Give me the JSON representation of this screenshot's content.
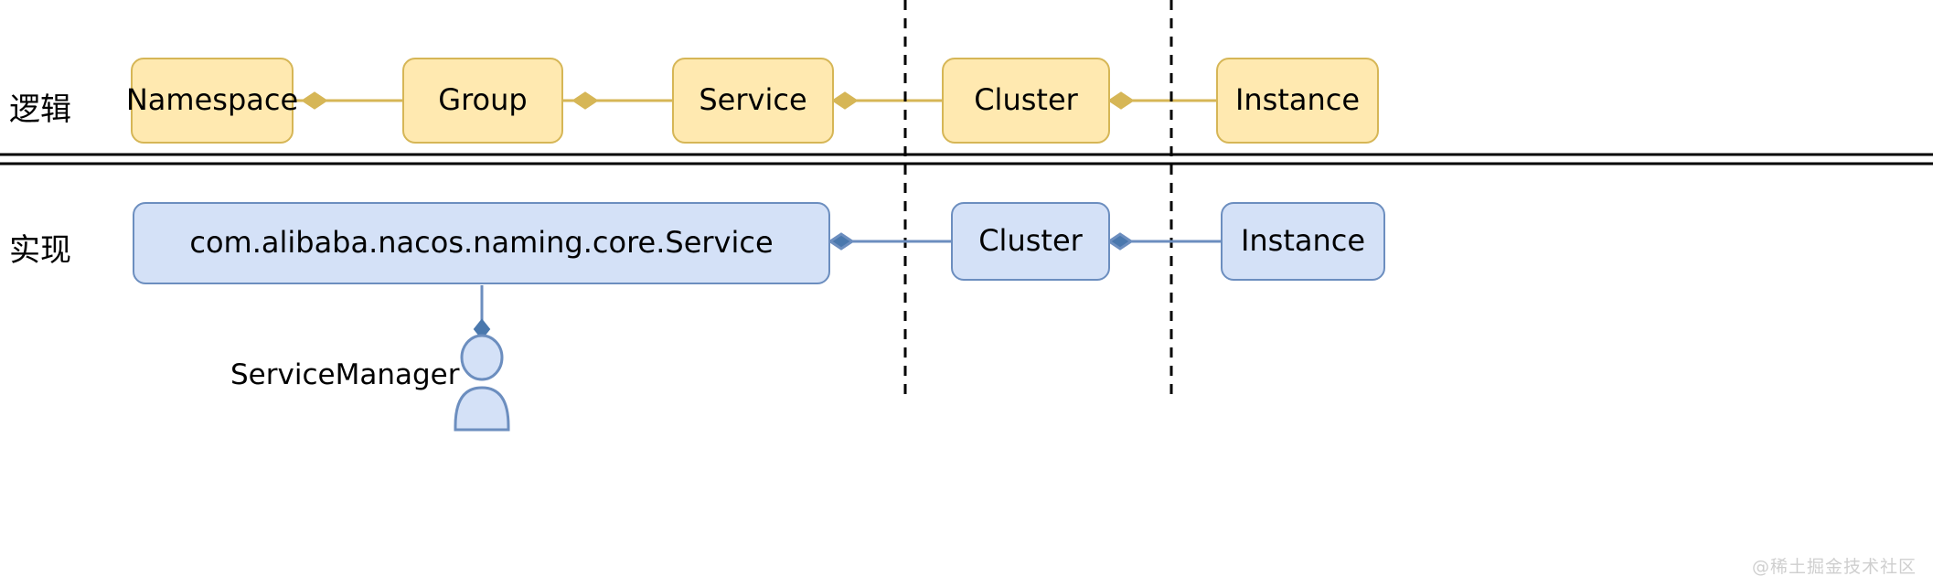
{
  "diagram": {
    "title_watermark": "@稀土掘金技术社区",
    "rows": [
      {
        "key": "logic",
        "label": "逻辑",
        "fill": "#ffe9b0",
        "stroke": "#d6b656",
        "nodes": [
          {
            "id": "namespace",
            "label": "Namespace"
          },
          {
            "id": "group",
            "label": "Group"
          },
          {
            "id": "service",
            "label": "Service"
          },
          {
            "id": "cluster",
            "label": "Cluster"
          },
          {
            "id": "instance",
            "label": "Instance"
          }
        ]
      },
      {
        "key": "impl",
        "label": "实现",
        "fill": "#d4e1f7",
        "stroke": "#6c8ebf",
        "nodes": [
          {
            "id": "service-class",
            "label": "com.alibaba.nacos.naming.core.Service"
          },
          {
            "id": "cluster",
            "label": "Cluster"
          },
          {
            "id": "instance",
            "label": "Instance"
          }
        ]
      }
    ],
    "actor": {
      "label": "ServiceManager",
      "icon": "person-actor-icon"
    },
    "separators": {
      "horizontal_double_rule": "double-line",
      "vertical_dashed_count": 2
    },
    "colors": {
      "logic_fill": "#ffe9b0",
      "logic_stroke": "#d6b656",
      "impl_fill": "#d4e1f7",
      "impl_stroke": "#6c8ebf",
      "divider": "#000000",
      "watermark": "#cfcfcf"
    }
  }
}
